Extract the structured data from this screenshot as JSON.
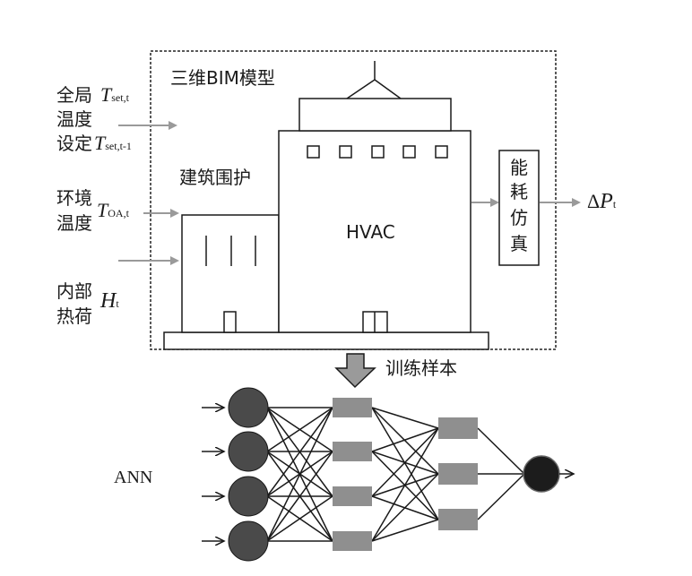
{
  "inputs": {
    "global_temp": {
      "line1": "全局",
      "line2": "温度",
      "line3": "设定",
      "var_main": "T",
      "sub_current": "set,t",
      "sub_prev": "set,t-1"
    },
    "env_temp": {
      "line1": "环境",
      "line2": "温度",
      "var_main": "T",
      "sub": "OA,t"
    },
    "internal_load": {
      "line1": "内部",
      "line2": "热荷",
      "var_main": "H",
      "sub": "t"
    }
  },
  "model_box": {
    "title": "三维BIM模型",
    "envelope_label": "建筑围护",
    "hvac_label": "HVAC"
  },
  "simulation": {
    "chars": [
      "能",
      "耗",
      "仿",
      "真"
    ]
  },
  "output": {
    "delta": "Δ",
    "var_main": "P",
    "sub": "t"
  },
  "training": {
    "label": "训练样本"
  },
  "ann": {
    "label": "ANN"
  },
  "colors": {
    "arrow_gray": "#9a9a9a",
    "node_dark": "#4a4a4a",
    "node_output": "#1c1c1c",
    "hidden_gray": "#8f8f8f"
  }
}
